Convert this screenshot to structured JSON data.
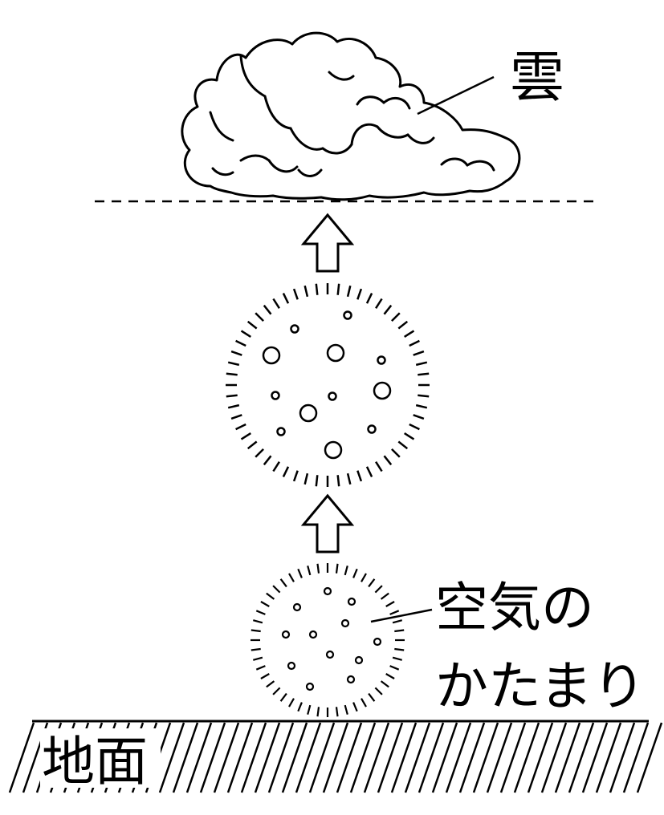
{
  "labels": {
    "cloud": "雲",
    "air_parcel_line1": "空気の",
    "air_parcel_line2": "かたまり",
    "ground": "地面"
  },
  "colors": {
    "ink": "#000000",
    "background": "#ffffff"
  },
  "icons": {
    "up_arrow": "hollow-up-arrow-icon",
    "cloud": "cloud-icon"
  }
}
